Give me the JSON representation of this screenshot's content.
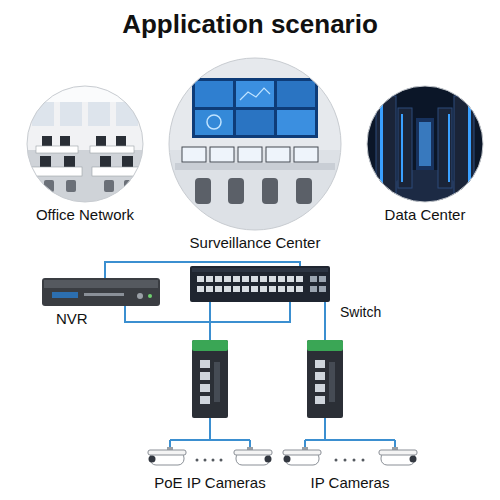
{
  "diagram": {
    "title": "Application scenario",
    "nodes": [
      {
        "text": [
          "Office Network"
        ]
      },
      {
        "text": [
          "Surveillance Center"
        ]
      },
      {
        "text": [
          "Data Center"
        ]
      },
      {
        "text": [
          "NVR"
        ]
      },
      {
        "text": [
          "Switch"
        ]
      },
      {
        "text": [
          "PoE IP Cameras"
        ]
      },
      {
        "text": [
          "IP Cameras"
        ]
      }
    ],
    "edges": [
      {
        "from": 3,
        "to": 4,
        "arrow": "none"
      },
      {
        "from": 3,
        "to": 4,
        "arrow": "none"
      },
      {
        "from": 4,
        "to": 5,
        "arrow": "none"
      },
      {
        "from": 4,
        "to": 6,
        "arrow": "none"
      }
    ]
  }
}
